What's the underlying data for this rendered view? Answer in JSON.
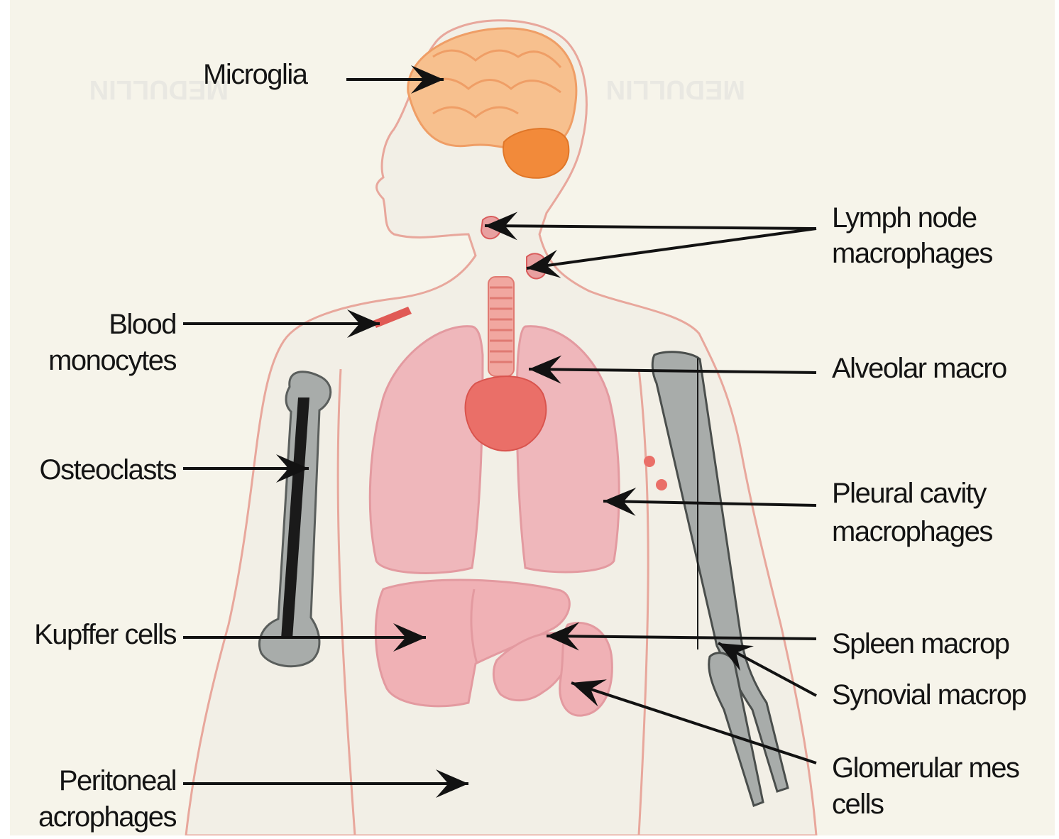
{
  "labels_left": {
    "microglia": "Microglia",
    "blood_1": "Blood",
    "blood_2": "monocytes",
    "osteoclasts": "Osteoclasts",
    "kupffer": "Kupffer cells",
    "peritoneal_1": "Peritoneal",
    "peritoneal_2": "acrophages"
  },
  "labels_right": {
    "lymph_1": "Lymph node",
    "lymph_2": "macrophages",
    "alveolar": "Alveolar macro",
    "pleural_1": "Pleural cavity",
    "pleural_2": "macrophages",
    "spleen": "Spleen macrop",
    "synovial": "Synovial macrop",
    "glomerular_1": "Glomerular mes",
    "glomerular_2": "cells"
  },
  "bleed_through": {
    "left": "MEDULLIN",
    "right": "MEDULLIN"
  },
  "colors": {
    "paper": "#f6f4ea",
    "body_fill": "#f2efe6",
    "body_outline": "#e8a79c",
    "brain": "#f7c08e",
    "cerebellum": "#f28a3a",
    "lung": "#efb7bb",
    "heart": "#ea6f68",
    "liver": "#f0b1b5",
    "bone": "#a8acaa",
    "marrow": "#1a1a1a",
    "arrow": "#121212"
  }
}
